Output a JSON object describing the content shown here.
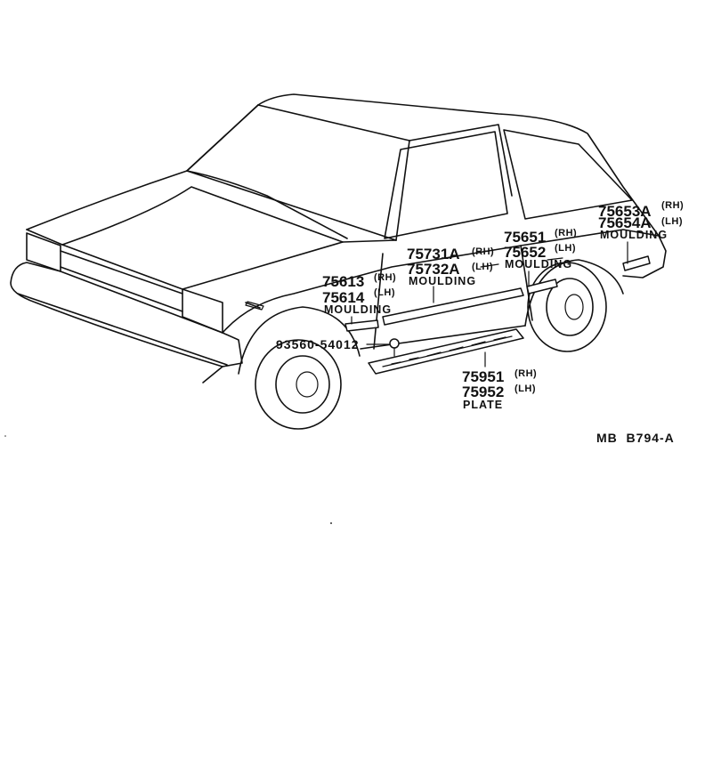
{
  "diagram_code": "MB  B794-A",
  "callouts": {
    "rear_fender": {
      "rh": "75653A",
      "rh_tag": "(RH)",
      "lh": "75654A",
      "lh_tag": "(LH)",
      "name": "MOULDING"
    },
    "rear_door": {
      "rh": "75651",
      "rh_tag": "(RH)",
      "lh": "75652",
      "lh_tag": "(LH)",
      "name": "MOULDING"
    },
    "door": {
      "rh": "75731A",
      "rh_tag": "(RH)",
      "lh": "75732A",
      "lh_tag": "(LH)",
      "name": "MOULDING"
    },
    "front_fender": {
      "rh": "75613",
      "rh_tag": "(RH)",
      "lh": "75614",
      "lh_tag": "(LH)",
      "name": "MOULDING"
    },
    "screw": {
      "code": "93560-54012"
    },
    "scuff_plate": {
      "rh": "75951",
      "rh_tag": "(RH)",
      "lh": "75952",
      "lh_tag": "(LH)",
      "name": "PLATE"
    }
  }
}
